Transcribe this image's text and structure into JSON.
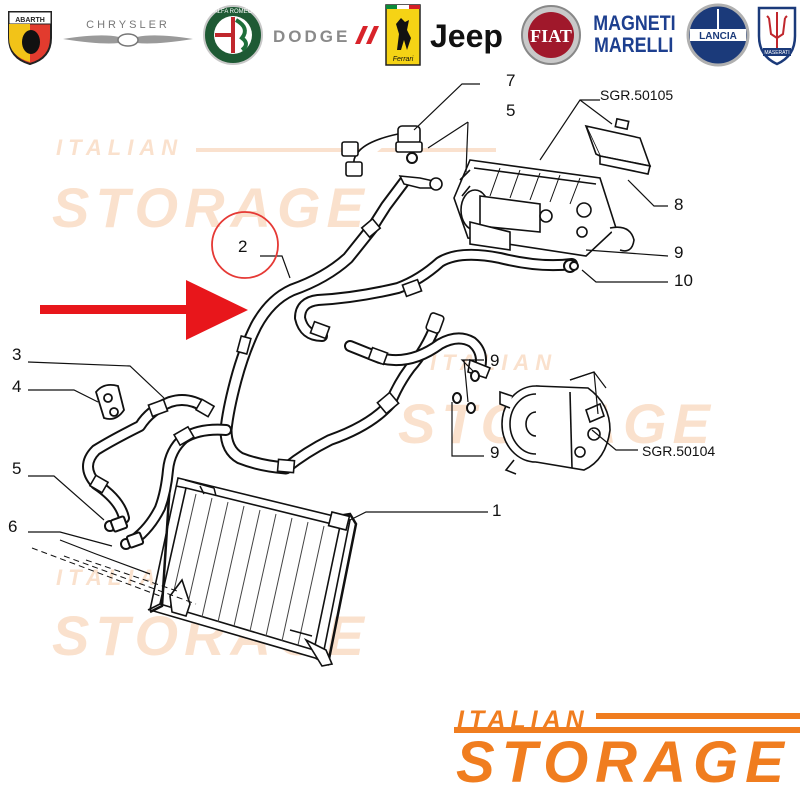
{
  "brands": [
    "ABARTH",
    "CHRYSLER",
    "ALFA ROMEO",
    "DODGE",
    "Ferrari",
    "Jeep",
    "FIAT",
    "MAGNETI",
    "MARELLI",
    "LANCIA",
    "MASERATI"
  ],
  "callouts": {
    "c1": "1",
    "c2": "2",
    "c3": "3",
    "c4": "4",
    "c5a": "5",
    "c5b": "5",
    "c6": "6",
    "c7": "7",
    "c8": "8",
    "c9a": "9",
    "c9b": "9",
    "c9c": "9",
    "c10": "10"
  },
  "refs": {
    "evaporator": "SGR.50105",
    "compressor": "SGR.50104"
  },
  "watermark": {
    "small": "ITALIAN",
    "big": "STORAGE"
  },
  "logo": {
    "small": "ITALIAN",
    "big": "STORAGE",
    "color": "#f07d1f"
  },
  "highlight": {
    "circle_color": "#e53935",
    "arrow_color": "#e8161b"
  }
}
